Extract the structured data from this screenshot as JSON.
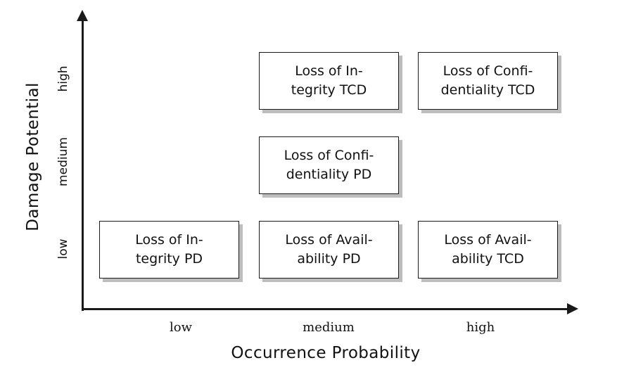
{
  "chart_data": {
    "type": "table",
    "title": "",
    "xlabel": "Occurrence Probability",
    "ylabel": "Damage Potential",
    "x_categories": [
      "low",
      "medium",
      "high"
    ],
    "y_categories": [
      "low",
      "medium",
      "high"
    ],
    "grid": false,
    "legend": "none",
    "cells": [
      {
        "x": "medium",
        "y": "high",
        "line1": "Loss of In-",
        "line2": "tegrity TCD",
        "text": "Loss of Integrity TCD"
      },
      {
        "x": "high",
        "y": "high",
        "line1": "Loss of Confi-",
        "line2": "dentiality TCD",
        "text": "Loss of Confidentiality TCD"
      },
      {
        "x": "medium",
        "y": "medium",
        "line1": "Loss of Confi-",
        "line2": "dentiality PD",
        "text": "Loss of Confidentiality PD"
      },
      {
        "x": "low",
        "y": "low",
        "line1": "Loss of In-",
        "line2": "tegrity PD",
        "text": "Loss of Integrity PD"
      },
      {
        "x": "medium",
        "y": "low",
        "line1": "Loss of Avail-",
        "line2": "ability PD",
        "text": "Loss of Availability PD"
      },
      {
        "x": "high",
        "y": "low",
        "line1": "Loss of Avail-",
        "line2": "ability TCD",
        "text": "Loss of Availability TCD"
      }
    ]
  },
  "axes": {
    "y": {
      "title": "Damage Potential",
      "ticks": {
        "high": "high",
        "medium": "medium",
        "low": "low"
      }
    },
    "x": {
      "title": "Occurrence Probability",
      "ticks": {
        "low": "low",
        "medium": "medium",
        "high": "high"
      }
    }
  },
  "colors": {
    "axis": "#1a1a1a",
    "box_border": "#1a1a1a",
    "box_fill": "#ffffff",
    "box_shadow": "#bdbdbd",
    "text": "#111111",
    "background": "#ffffff"
  }
}
